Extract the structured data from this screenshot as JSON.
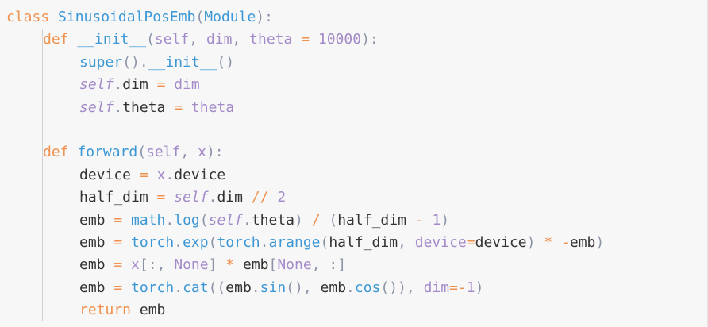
{
  "colors": {
    "background": "#f7f7f7",
    "keyword": "#f0904d",
    "function": "#3b97d6",
    "parameter": "#a38ac9",
    "punctuation": "#8b93a7",
    "text": "#333333",
    "indent_guide": "#d0d0d0"
  },
  "code": {
    "lines": [
      {
        "indent": 0,
        "tokens": [
          {
            "t": "keyword",
            "v": "class"
          },
          {
            "t": "var",
            "v": " "
          },
          {
            "t": "class",
            "v": "SinusoidalPosEmb"
          },
          {
            "t": "punc",
            "v": "("
          },
          {
            "t": "class",
            "v": "Module"
          },
          {
            "t": "punc",
            "v": "):"
          }
        ]
      },
      {
        "indent": 1,
        "tokens": [
          {
            "t": "keyword",
            "v": "def"
          },
          {
            "t": "var",
            "v": " "
          },
          {
            "t": "func",
            "v": "__init__"
          },
          {
            "t": "punc",
            "v": "("
          },
          {
            "t": "param",
            "v": "self"
          },
          {
            "t": "punc",
            "v": ", "
          },
          {
            "t": "param",
            "v": "dim"
          },
          {
            "t": "punc",
            "v": ", "
          },
          {
            "t": "param",
            "v": "theta"
          },
          {
            "t": "var",
            "v": " "
          },
          {
            "t": "op",
            "v": "="
          },
          {
            "t": "var",
            "v": " "
          },
          {
            "t": "num",
            "v": "10000"
          },
          {
            "t": "punc",
            "v": "):"
          }
        ]
      },
      {
        "indent": 2,
        "tokens": [
          {
            "t": "builtin",
            "v": "super"
          },
          {
            "t": "punc",
            "v": "()."
          },
          {
            "t": "func",
            "v": "__init__"
          },
          {
            "t": "punc",
            "v": "()"
          }
        ]
      },
      {
        "indent": 2,
        "tokens": [
          {
            "t": "self",
            "v": "self"
          },
          {
            "t": "punc",
            "v": "."
          },
          {
            "t": "var",
            "v": "dim"
          },
          {
            "t": "var",
            "v": " "
          },
          {
            "t": "op",
            "v": "="
          },
          {
            "t": "var",
            "v": " "
          },
          {
            "t": "param",
            "v": "dim"
          }
        ]
      },
      {
        "indent": 2,
        "tokens": [
          {
            "t": "self",
            "v": "self"
          },
          {
            "t": "punc",
            "v": "."
          },
          {
            "t": "var",
            "v": "theta"
          },
          {
            "t": "var",
            "v": " "
          },
          {
            "t": "op",
            "v": "="
          },
          {
            "t": "var",
            "v": " "
          },
          {
            "t": "param",
            "v": "theta"
          }
        ]
      },
      {
        "indent": 1,
        "blank": true,
        "tokens": []
      },
      {
        "indent": 1,
        "tokens": [
          {
            "t": "keyword",
            "v": "def"
          },
          {
            "t": "var",
            "v": " "
          },
          {
            "t": "func",
            "v": "forward"
          },
          {
            "t": "punc",
            "v": "("
          },
          {
            "t": "param",
            "v": "self"
          },
          {
            "t": "punc",
            "v": ", "
          },
          {
            "t": "param",
            "v": "x"
          },
          {
            "t": "punc",
            "v": "):"
          }
        ]
      },
      {
        "indent": 2,
        "tokens": [
          {
            "t": "var",
            "v": "device"
          },
          {
            "t": "var",
            "v": " "
          },
          {
            "t": "op",
            "v": "="
          },
          {
            "t": "var",
            "v": " "
          },
          {
            "t": "param",
            "v": "x"
          },
          {
            "t": "punc",
            "v": "."
          },
          {
            "t": "var",
            "v": "device"
          }
        ]
      },
      {
        "indent": 2,
        "tokens": [
          {
            "t": "var",
            "v": "half_dim"
          },
          {
            "t": "var",
            "v": " "
          },
          {
            "t": "op",
            "v": "="
          },
          {
            "t": "var",
            "v": " "
          },
          {
            "t": "self",
            "v": "self"
          },
          {
            "t": "punc",
            "v": "."
          },
          {
            "t": "var",
            "v": "dim"
          },
          {
            "t": "var",
            "v": " "
          },
          {
            "t": "op",
            "v": "//"
          },
          {
            "t": "var",
            "v": " "
          },
          {
            "t": "num",
            "v": "2"
          }
        ]
      },
      {
        "indent": 2,
        "tokens": [
          {
            "t": "var",
            "v": "emb"
          },
          {
            "t": "var",
            "v": " "
          },
          {
            "t": "op",
            "v": "="
          },
          {
            "t": "var",
            "v": " "
          },
          {
            "t": "builtin",
            "v": "math"
          },
          {
            "t": "punc",
            "v": "."
          },
          {
            "t": "attrfn",
            "v": "log"
          },
          {
            "t": "punc",
            "v": "("
          },
          {
            "t": "self",
            "v": "self"
          },
          {
            "t": "punc",
            "v": "."
          },
          {
            "t": "var",
            "v": "theta"
          },
          {
            "t": "punc",
            "v": ")"
          },
          {
            "t": "var",
            "v": " "
          },
          {
            "t": "op",
            "v": "/"
          },
          {
            "t": "var",
            "v": " "
          },
          {
            "t": "punc",
            "v": "("
          },
          {
            "t": "var",
            "v": "half_dim"
          },
          {
            "t": "var",
            "v": " "
          },
          {
            "t": "op",
            "v": "-"
          },
          {
            "t": "var",
            "v": " "
          },
          {
            "t": "num",
            "v": "1"
          },
          {
            "t": "punc",
            "v": ")"
          }
        ]
      },
      {
        "indent": 2,
        "tokens": [
          {
            "t": "var",
            "v": "emb"
          },
          {
            "t": "var",
            "v": " "
          },
          {
            "t": "op",
            "v": "="
          },
          {
            "t": "var",
            "v": " "
          },
          {
            "t": "builtin",
            "v": "torch"
          },
          {
            "t": "punc",
            "v": "."
          },
          {
            "t": "attrfn",
            "v": "exp"
          },
          {
            "t": "punc",
            "v": "("
          },
          {
            "t": "builtin",
            "v": "torch"
          },
          {
            "t": "punc",
            "v": "."
          },
          {
            "t": "attrfn",
            "v": "arange"
          },
          {
            "t": "punc",
            "v": "("
          },
          {
            "t": "var",
            "v": "half_dim"
          },
          {
            "t": "punc",
            "v": ", "
          },
          {
            "t": "kwarg",
            "v": "device"
          },
          {
            "t": "op",
            "v": "="
          },
          {
            "t": "var",
            "v": "device"
          },
          {
            "t": "punc",
            "v": ")"
          },
          {
            "t": "var",
            "v": " "
          },
          {
            "t": "op",
            "v": "*"
          },
          {
            "t": "var",
            "v": " "
          },
          {
            "t": "op",
            "v": "-"
          },
          {
            "t": "var",
            "v": "emb"
          },
          {
            "t": "punc",
            "v": ")"
          }
        ]
      },
      {
        "indent": 2,
        "tokens": [
          {
            "t": "var",
            "v": "emb"
          },
          {
            "t": "var",
            "v": " "
          },
          {
            "t": "op",
            "v": "="
          },
          {
            "t": "var",
            "v": " "
          },
          {
            "t": "param",
            "v": "x"
          },
          {
            "t": "punc",
            "v": "[:, "
          },
          {
            "t": "const",
            "v": "None"
          },
          {
            "t": "punc",
            "v": "]"
          },
          {
            "t": "var",
            "v": " "
          },
          {
            "t": "op",
            "v": "*"
          },
          {
            "t": "var",
            "v": " "
          },
          {
            "t": "var",
            "v": "emb"
          },
          {
            "t": "punc",
            "v": "["
          },
          {
            "t": "const",
            "v": "None"
          },
          {
            "t": "punc",
            "v": ", :]"
          }
        ]
      },
      {
        "indent": 2,
        "tokens": [
          {
            "t": "var",
            "v": "emb"
          },
          {
            "t": "var",
            "v": " "
          },
          {
            "t": "op",
            "v": "="
          },
          {
            "t": "var",
            "v": " "
          },
          {
            "t": "builtin",
            "v": "torch"
          },
          {
            "t": "punc",
            "v": "."
          },
          {
            "t": "attrfn",
            "v": "cat"
          },
          {
            "t": "punc",
            "v": "(("
          },
          {
            "t": "var",
            "v": "emb"
          },
          {
            "t": "punc",
            "v": "."
          },
          {
            "t": "attrfn",
            "v": "sin"
          },
          {
            "t": "punc",
            "v": "(), "
          },
          {
            "t": "var",
            "v": "emb"
          },
          {
            "t": "punc",
            "v": "."
          },
          {
            "t": "attrfn",
            "v": "cos"
          },
          {
            "t": "punc",
            "v": "()), "
          },
          {
            "t": "kwarg",
            "v": "dim"
          },
          {
            "t": "op",
            "v": "=-"
          },
          {
            "t": "num",
            "v": "1"
          },
          {
            "t": "punc",
            "v": ")"
          }
        ]
      },
      {
        "indent": 2,
        "tokens": [
          {
            "t": "keyword",
            "v": "return"
          },
          {
            "t": "var",
            "v": " "
          },
          {
            "t": "var",
            "v": "emb"
          }
        ]
      }
    ]
  }
}
